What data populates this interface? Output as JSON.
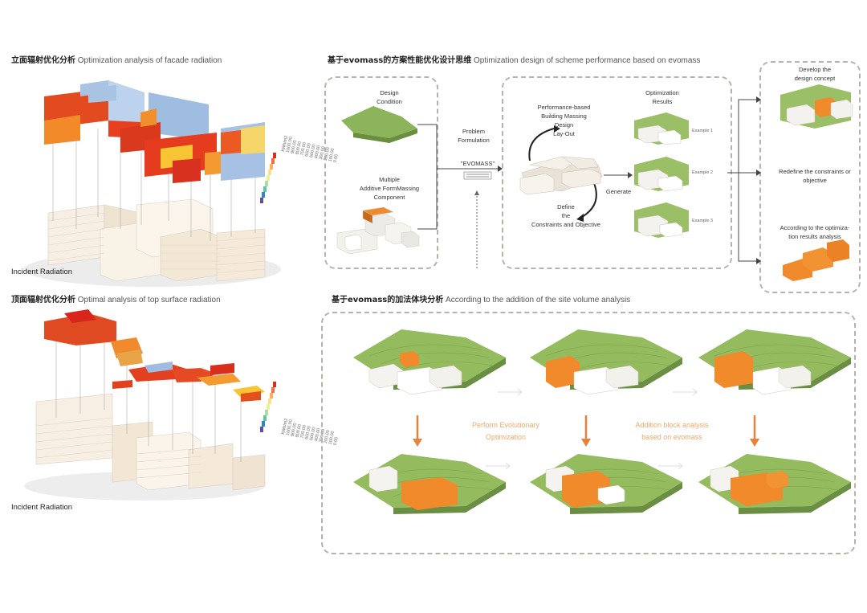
{
  "facade": {
    "title_cn": "立面辐射优化分析",
    "title_en": "Optimization analysis of facade radiation",
    "caption": "Incident Radiation",
    "legend": [
      "kWh/m2",
      "1000.00",
      "900.00",
      "800.00",
      "700.00",
      "600.00",
      "500.00",
      "400.00",
      "300.00",
      "200.00",
      "100.00",
      "0.00"
    ]
  },
  "top": {
    "title_cn": "顶面辐射优化分析",
    "title_en": "Optimal analysis of top surface radiation",
    "caption": "Incident Radiation",
    "legend": [
      "kWh/m2",
      "1000.00",
      "900.00",
      "800.00",
      "700.00",
      "600.00",
      "500.00",
      "400.00",
      "300.00",
      "200.00",
      "100.00",
      "0.00"
    ]
  },
  "evomass": {
    "title_cn": "基于evomass的方案性能优化设计思维",
    "title_en": "Optimization design of scheme performance based on evomass",
    "design_condition": "Design\nCondition",
    "multiple": "Multiple\nAdditive FormMassing\nComponent",
    "problem": "Problem\nFormulation",
    "evomass_label": "\"EVOMASS\"",
    "performance": "Performance-based\nBuilding Massing\nDesign\nLay-Out",
    "define": "Define\nthe\nConstraints and Objective",
    "generate": "Generate",
    "opt_results": "Optimization\nResults",
    "example1": "Example 1",
    "example2": "Example 2",
    "example3": "Example 3",
    "develop": "Develop the\ndesign concept",
    "redefine": "Redefine the constraints or\nobjective",
    "according": "According to the optimiza-\ntion results analysis"
  },
  "addition": {
    "title_cn": "基于evomass的加法体块分析",
    "title_en": "According to the addition of the site volume analysis",
    "perform": "Perform Evolutionary\nOptimization",
    "addition_block": "Addition block analysis\nbased on evomass"
  },
  "colors": {
    "orange": "#f0902a",
    "green": "#8cb45a",
    "red": "#e2321e",
    "blue": "#a9c3e3",
    "dash": "#b9b2aa"
  }
}
